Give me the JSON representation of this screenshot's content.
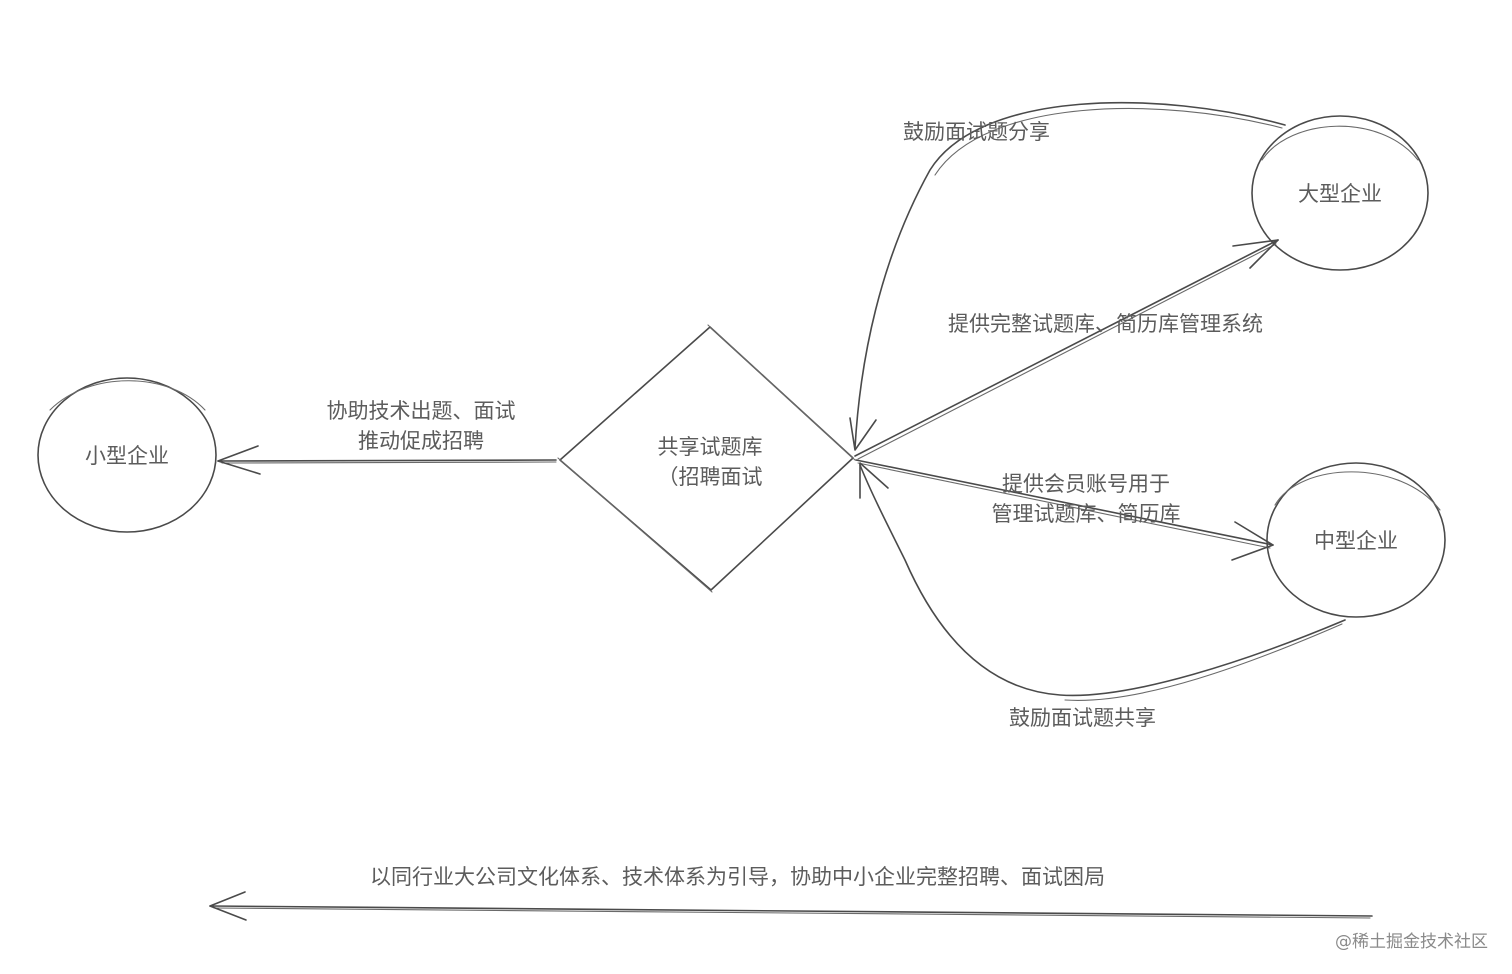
{
  "nodes": {
    "center": {
      "line1": "共享试题库",
      "line2": "（招聘面试"
    },
    "small": "小型企业",
    "large": "大型企业",
    "medium": "中型企业"
  },
  "edges": {
    "to_small": {
      "line1": "协助技术出题、面试",
      "line2": "推动促成招聘"
    },
    "large_to_center": "鼓励面试题分享",
    "center_to_large": "提供完整试题库、简历库管理系统",
    "center_to_medium": {
      "line1": "提供会员账号用于",
      "line2": "管理试题库、简历库"
    },
    "medium_to_center": "鼓励面试题共享"
  },
  "bottom_arrow_label": "以同行业大公司文化体系、技术体系为引导，协助中小企业完整招聘、面试困局",
  "watermark": "@稀土掘金技术社区",
  "colors": {
    "stroke": "#4a4a4a",
    "text": "#5c5c5c"
  }
}
